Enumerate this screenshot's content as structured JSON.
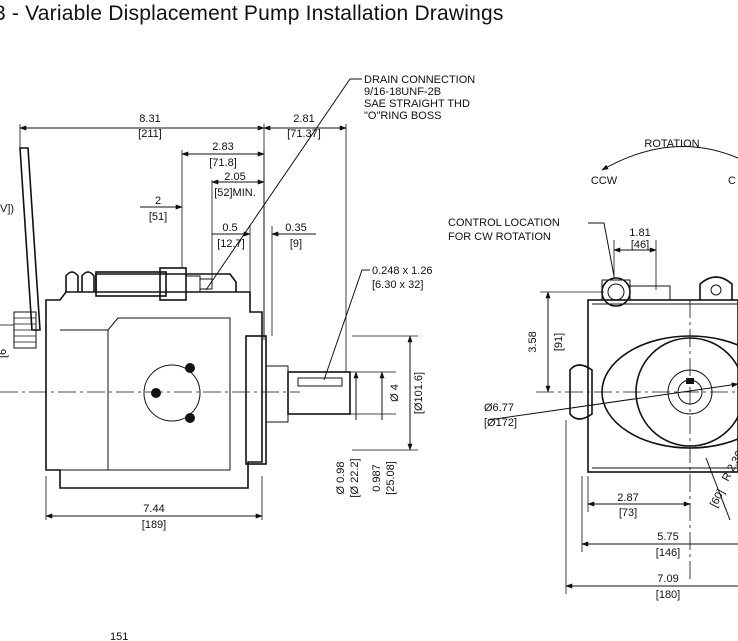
{
  "title": "3 - Variable Displacement Pump  Installation Drawings",
  "side_view": {
    "drain_note": [
      "DRAIN CONNECTION",
      "9/16-18UNF-2B",
      "SAE STRAIGHT THD",
      "\"O\"RING BOSS"
    ],
    "keyway_note": [
      "0.248 x 1.26",
      "[6.30 x 32]"
    ],
    "dims": {
      "d1": [
        "8.31",
        "[211]"
      ],
      "d2": [
        "2.81",
        "[71.37]"
      ],
      "d3": [
        "2.83",
        "[71.8]"
      ],
      "d4": [
        "2.05",
        "[52]MIN."
      ],
      "d5": [
        "2",
        "[51]"
      ],
      "d6": [
        "0.5",
        "[12.7]"
      ],
      "d7": [
        "0.35",
        "[9]"
      ],
      "d8": [
        "7.44",
        "[189]"
      ],
      "d9": [
        "Ø 4",
        "[Ø101.6]"
      ],
      "d10": [
        "Ø 0.98",
        "[Ø 22.2]"
      ],
      "d11": [
        "0.987",
        "[25.08]"
      ],
      "left_cut_a": "V])",
      "left_cut_b": "[6"
    }
  },
  "front_view": {
    "rotation": "ROTATION",
    "ccw": "CCW",
    "cw": "C",
    "control_note": [
      "CONTROL LOCATION",
      "FOR CW ROTATION"
    ],
    "dims": {
      "f1": [
        "1.81",
        "[46]"
      ],
      "f2": [
        "3.58",
        "[91]"
      ],
      "f3": [
        "Ø6.77",
        "[Ø172]"
      ],
      "f4": [
        "2.87",
        "[73]"
      ],
      "f5": [
        "R 2.36",
        "[60]"
      ],
      "f6": [
        "5.75",
        "[146]"
      ],
      "f7": [
        "7.09",
        "[180]"
      ]
    }
  },
  "footer_cut": "151"
}
